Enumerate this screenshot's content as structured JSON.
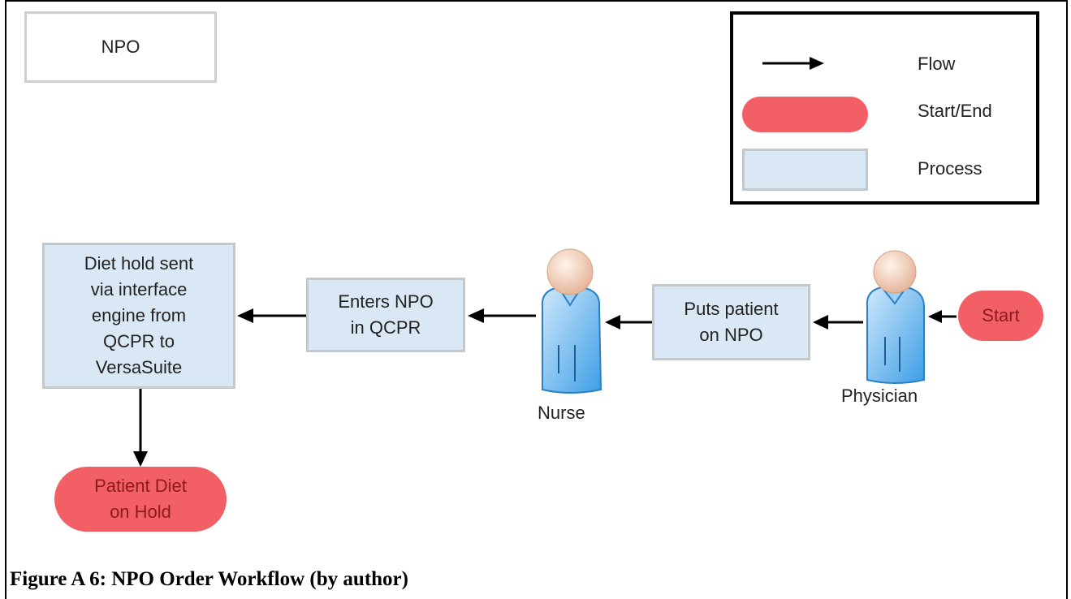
{
  "diagram": {
    "title": "NPO",
    "legend": {
      "flow": "Flow",
      "start_end": "Start/End",
      "process": "Process"
    },
    "nodes": {
      "start": "Start",
      "puts_patient_on_npo": "Puts patient\non NPO",
      "enters_npo": "Enters NPO\nin QCPR",
      "diet_hold_sent": "Diet hold sent\nvia interface\nengine from\nQCPR to\nVersaSuite",
      "patient_diet_on_hold": "Patient Diet\non Hold"
    },
    "actors": {
      "physician": "Physician",
      "nurse": "Nurse"
    },
    "colors": {
      "terminal": "#f26065",
      "process_fill": "#dae7f4",
      "process_border": "#c3c8cd"
    }
  },
  "caption": "Figure A 6: NPO Order Workflow (by author)"
}
